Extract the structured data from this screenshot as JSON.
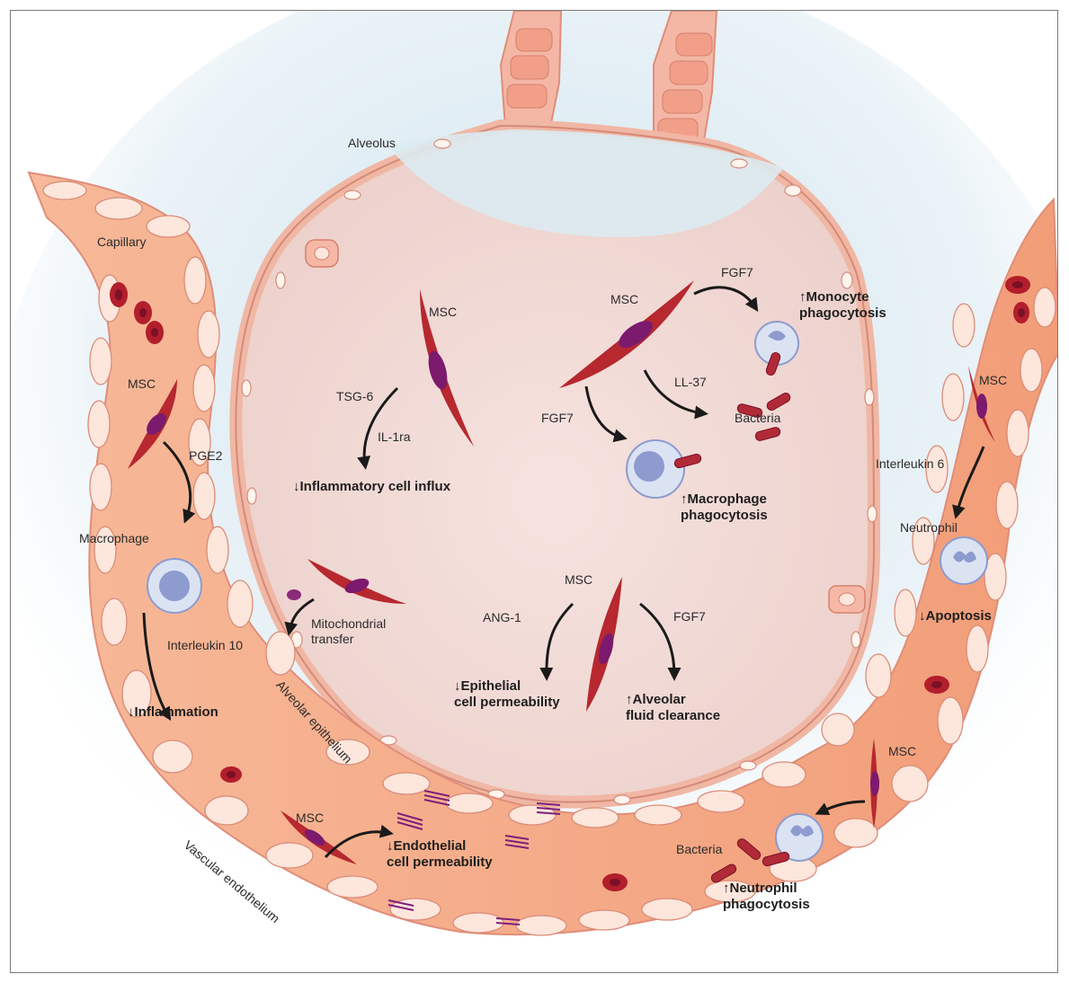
{
  "colors": {
    "background_glow": "#cfe4ef",
    "alveolus_fill": "#f2dcd8",
    "alveolus_wall": "#f0b7a4",
    "vessel_fill": "#f4b08e",
    "vessel_cell": "#fde6dc",
    "cell_outline": "#d98d79",
    "msc_fill": "#b7282f",
    "msc_nucleus": "#7c1a6e",
    "rbc": "#b31e2c",
    "leukocyte": "#dbe3f3",
    "leukocyte_nucleus": "#8d9bcf",
    "bacteria": "#b12a37",
    "junction": "#7d1f7a",
    "arrow": "#1a1a1a"
  },
  "labels": {
    "alveolus": "Alveolus",
    "capillary": "Capillary",
    "msc_left": "MSC",
    "pge2": "PGE2",
    "macrophage": "Macrophage",
    "interleukin10": "Interleukin 10",
    "inflammation": "↓Inflammation",
    "msc_center_left": "MSC",
    "tsg6": "TSG-6",
    "il1ra": "IL-1ra",
    "inflammatory_cell_influx": "↓Inflammatory cell influx",
    "mitochondrial_transfer": "Mitochondrial\ntransfer",
    "msc_top_right": "MSC",
    "fgf7_top": "FGF7",
    "monocyte_phagocytosis": "↑Monocyte\nphagocytosis",
    "ll37": "LL-37",
    "bacteria_top": "Bacteria",
    "fgf7_mid": "FGF7",
    "macrophage_phagocytosis": "↑Macrophage\nphagocytosis",
    "msc_bottom_center": "MSC",
    "ang1": "ANG-1",
    "fgf7_bottom": "FGF7",
    "epithelial_permeability": "↓Epithelial\ncell permeability",
    "alveolar_fluid_clearance": "↑Alveolar\nfluid clearance",
    "alveolar_epithelium": "Alveolar epithelium",
    "msc_right": "MSC",
    "interleukin6": "Interleukin 6",
    "neutrophil": "Neutrophil",
    "apoptosis": "↓Apoptosis",
    "msc_bottom_right": "MSC",
    "bacteria_bottom": "Bacteria",
    "neutrophil_phagocytosis": "↑Neutrophil\nphagocytosis",
    "msc_bottom_left": "MSC",
    "endothelial_permeability": "↓Endothelial\ncell permeability",
    "vascular_endothelium": "Vascular endothelium"
  }
}
